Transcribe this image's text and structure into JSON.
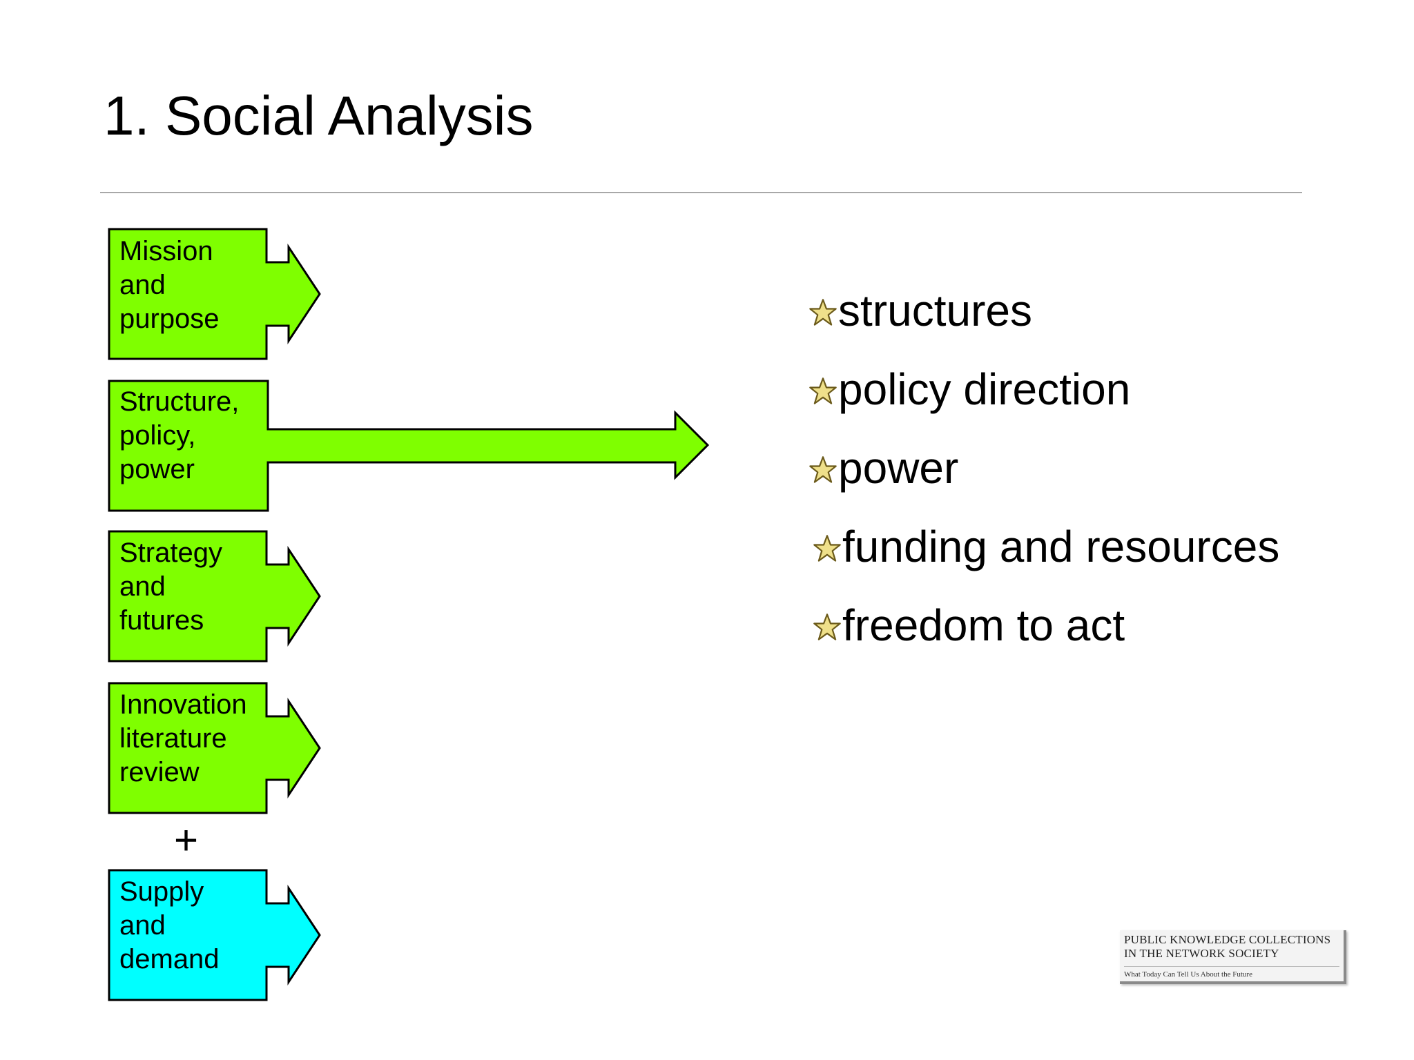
{
  "slide": {
    "title": "1. Social Analysis"
  },
  "diagram": {
    "boxes": [
      {
        "lines": [
          "Mission",
          "and",
          "purpose"
        ],
        "color": "#7fff00"
      },
      {
        "lines": [
          "Structure,",
          "policy,",
          "power"
        ],
        "color": "#7fff00"
      },
      {
        "lines": [
          "Strategy",
          "and",
          "futures"
        ],
        "color": "#7fff00"
      },
      {
        "lines": [
          "Innovation",
          "literature",
          "review"
        ],
        "color": "#7fff00"
      },
      {
        "lines": [
          "Supply",
          "and",
          "demand"
        ],
        "color": "#00ffff"
      }
    ],
    "plus": "+",
    "highlighted_box": "Structure, policy, power"
  },
  "bullets": {
    "icon": "star-icon",
    "items": [
      "structures",
      "policy direction",
      "power",
      "funding and resources",
      "freedom to act"
    ]
  },
  "logo": {
    "line1": "PUBLIC KNOWLEDGE COLLECTIONS",
    "line2": "IN THE NETWORK SOCIETY",
    "line3": "What Today Can Tell Us About the Future"
  }
}
